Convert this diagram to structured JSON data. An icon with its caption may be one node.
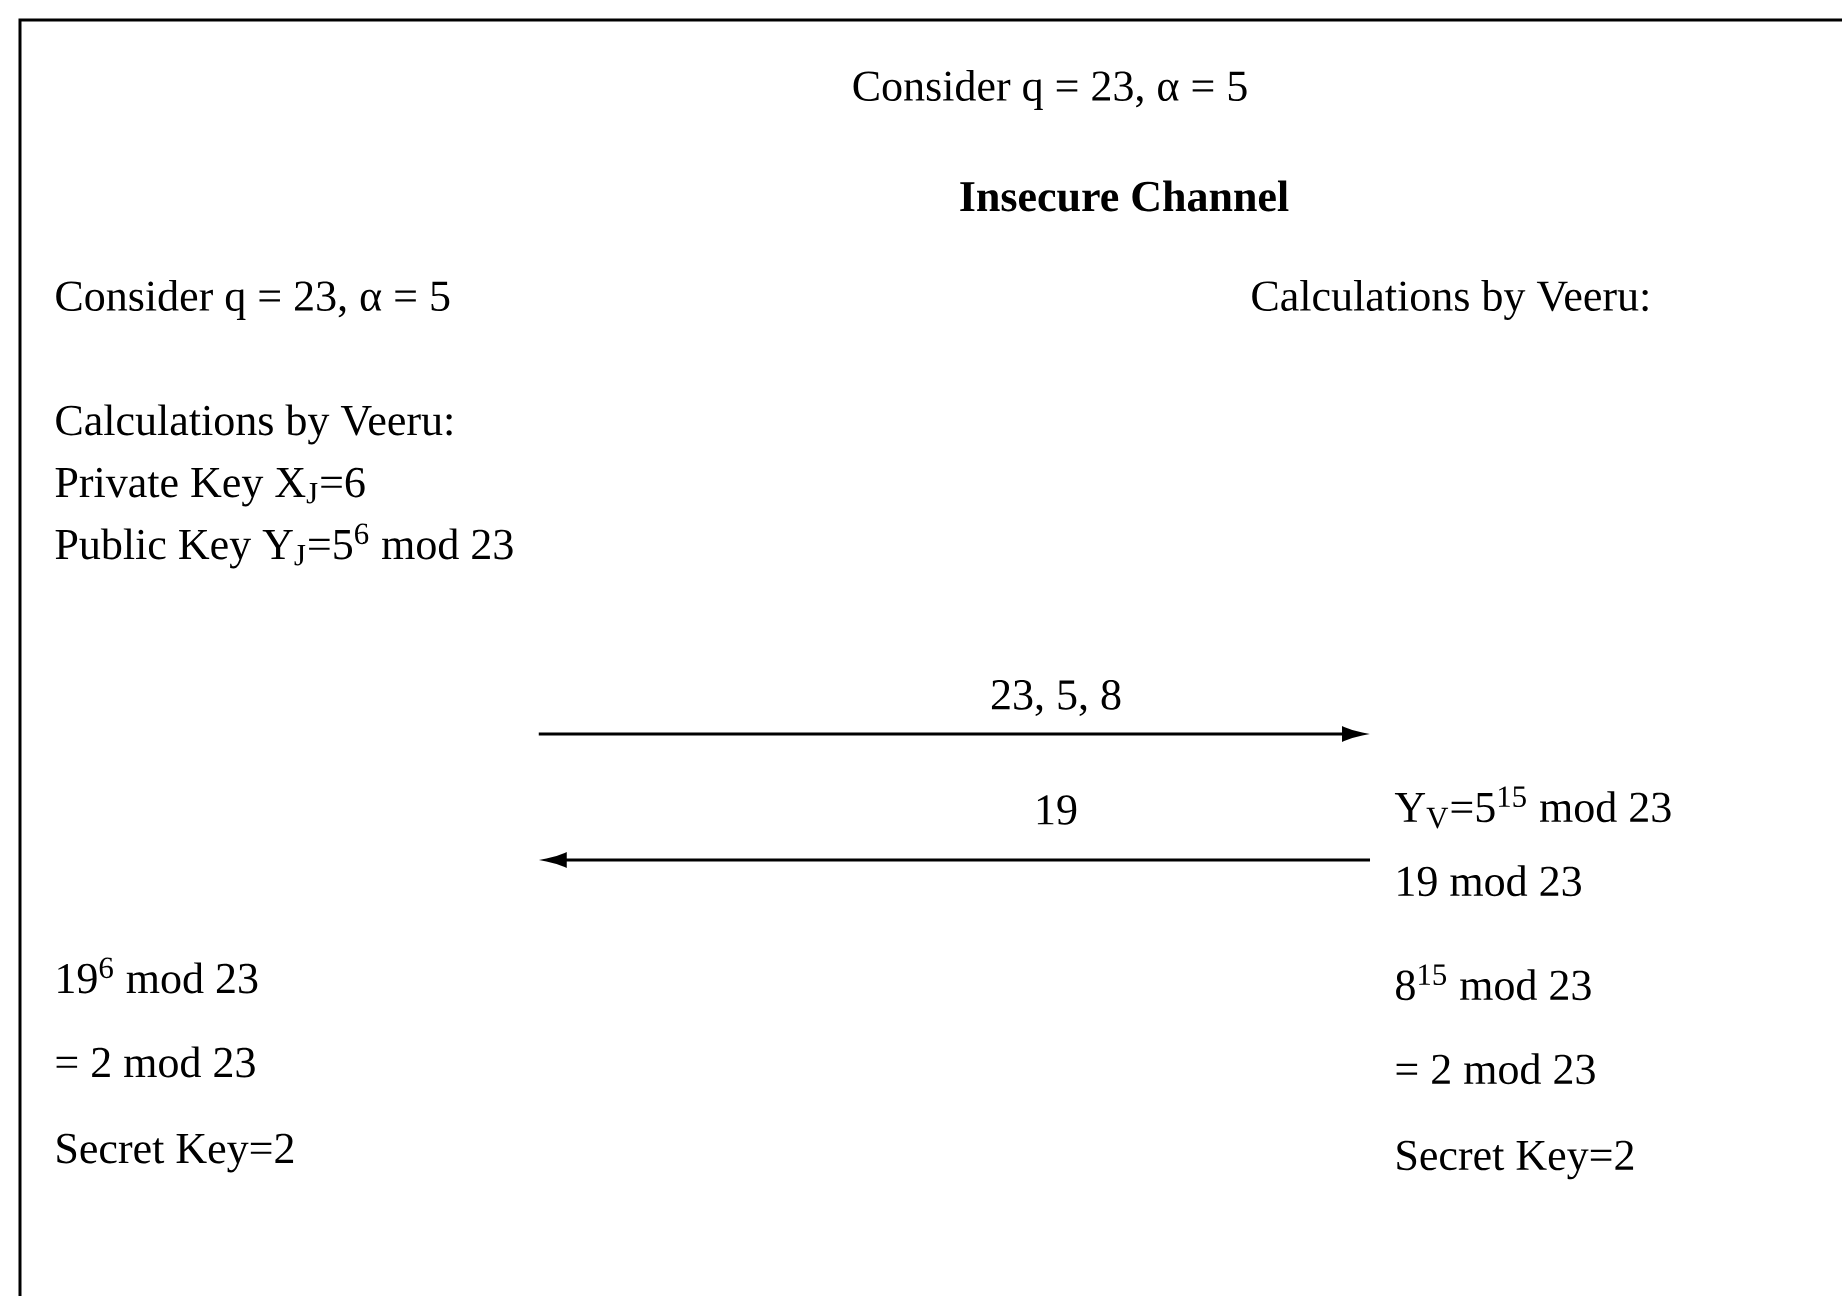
{
  "diagram": {
    "title": "Consider q = 23, α = 5",
    "nodes": [
      {
        "text": [
          "Calculations by Veeru:",
          "Private Key X$_{J}$=6",
          "Public Key Y$_{J}$=5$^{6}$ mod 23",
          "19$^{6}$ mod 23",
          "= 2 mod 23",
          "Secret Key=2"
        ]
      },
      {
        "text": [
          "Y$_{V}$=5$^{15}$ mod 23",
          "19 mod 23",
          "8$^{15}$ mod 23",
          "= 2 mod 23",
          "Secret Key=2"
        ]
      }
    ],
    "edges": [
      {
        "from": 0,
        "to": 1,
        "arrow": "to",
        "label": "23, 5, 8"
      },
      {
        "from": 1,
        "to": 0,
        "arrow": "to",
        "label": "19"
      }
    ],
    "labels": [
      "Insecure Channel",
      "Consider q = 23, α = 5",
      "Calculations by Veeru:"
    ]
  }
}
